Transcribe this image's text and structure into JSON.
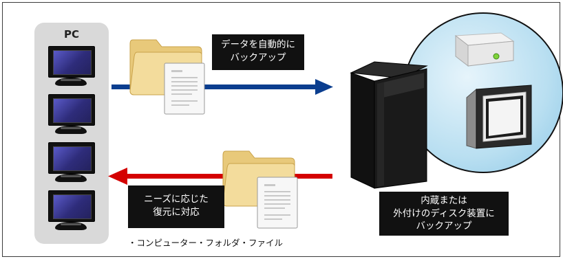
{
  "pc": {
    "label": "PC"
  },
  "monitors": [
    {
      "name": "monitor-1"
    },
    {
      "name": "monitor-2"
    },
    {
      "name": "monitor-3"
    },
    {
      "name": "monitor-4"
    }
  ],
  "backup_label": {
    "line1": "データを自動的に",
    "line2": "バックアップ"
  },
  "restore_label": {
    "line1": "ニーズに応じた",
    "line2": "復元に対応"
  },
  "storage_label": {
    "line1": "内蔵または",
    "line2": "外付けのディスク装置に",
    "line3": "バックアップ"
  },
  "restore_caption": "・コンピューター・フォルダ・ファイル",
  "colors": {
    "backup_arrow": "#0b3e8f",
    "restore_arrow": "#d40000",
    "pc_panel": "#d9d9d9",
    "circle": "#b9dff1"
  },
  "icons": [
    "folder-icon",
    "document-icon",
    "server-tower-icon",
    "external-hdd-icon",
    "external-drive-icon",
    "monitor-icon"
  ]
}
